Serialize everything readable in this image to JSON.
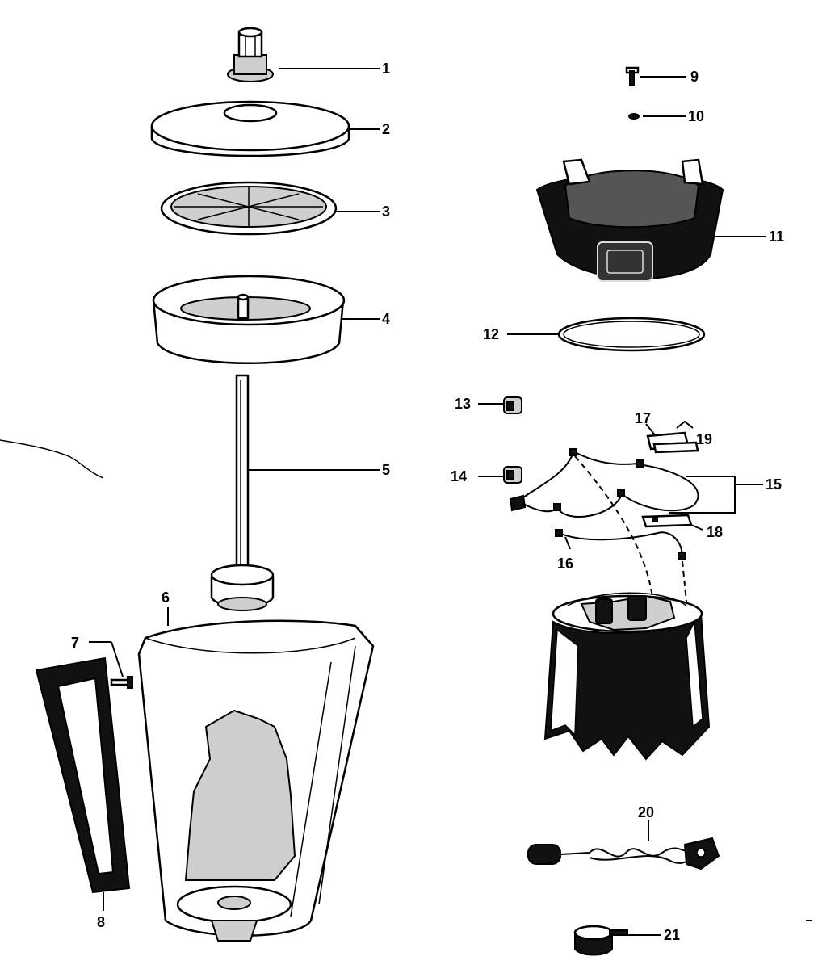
{
  "callouts": [
    {
      "id": "1",
      "text": "1",
      "part": "knob"
    },
    {
      "id": "2",
      "text": "2",
      "part": "lid"
    },
    {
      "id": "3",
      "text": "3",
      "part": "strainer-disc"
    },
    {
      "id": "4",
      "text": "4",
      "part": "cutter-basket"
    },
    {
      "id": "5",
      "text": "5",
      "part": "shaft"
    },
    {
      "id": "6",
      "text": "6",
      "part": "jar"
    },
    {
      "id": "7",
      "text": "7",
      "part": "screw"
    },
    {
      "id": "8",
      "text": "8",
      "part": "handle"
    },
    {
      "id": "9",
      "text": "9",
      "part": "screw"
    },
    {
      "id": "10",
      "text": "10",
      "part": "washer"
    },
    {
      "id": "11",
      "text": "11",
      "part": "motor-housing-top"
    },
    {
      "id": "12",
      "text": "12",
      "part": "ring-gasket"
    },
    {
      "id": "13",
      "text": "13",
      "part": "connector"
    },
    {
      "id": "14",
      "text": "14",
      "part": "connector"
    },
    {
      "id": "15",
      "text": "15",
      "part": "wiring"
    },
    {
      "id": "16",
      "text": "16",
      "part": "wire"
    },
    {
      "id": "17",
      "text": "17",
      "part": "bracket"
    },
    {
      "id": "18",
      "text": "18",
      "part": "terminal-plate"
    },
    {
      "id": "19",
      "text": "19",
      "part": "pin"
    },
    {
      "id": "20",
      "text": "20",
      "part": "power-cord"
    },
    {
      "id": "21",
      "text": "21",
      "part": "cap"
    }
  ]
}
